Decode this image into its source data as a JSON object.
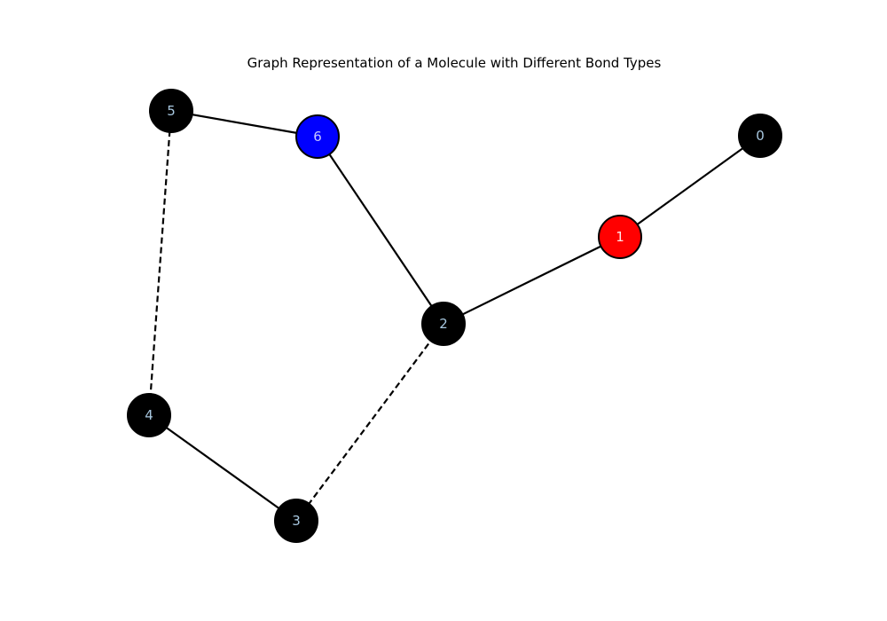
{
  "title": "Graph Representation of a Molecule with Different Bond Types",
  "colors": {
    "default_node": "#000000",
    "highlight_red": "#ff0000",
    "highlight_blue": "#0000ff",
    "node_outline": "#000000",
    "label_default": "#a8c8e0",
    "label_on_red": "#ffe8e8",
    "label_on_blue": "#c8c8ff",
    "edge": "#000000"
  },
  "nodes": [
    {
      "id": "0",
      "label": "0",
      "fill": "#000000",
      "label_color": "#a8c8e0"
    },
    {
      "id": "1",
      "label": "1",
      "fill": "#ff0000",
      "label_color": "#ffe8e8"
    },
    {
      "id": "2",
      "label": "2",
      "fill": "#000000",
      "label_color": "#a8c8e0"
    },
    {
      "id": "3",
      "label": "3",
      "fill": "#000000",
      "label_color": "#a8c8e0"
    },
    {
      "id": "4",
      "label": "4",
      "fill": "#000000",
      "label_color": "#a8c8e0"
    },
    {
      "id": "5",
      "label": "5",
      "fill": "#000000",
      "label_color": "#a8c8e0"
    },
    {
      "id": "6",
      "label": "6",
      "fill": "#0000ff",
      "label_color": "#c8c8ff"
    }
  ],
  "edges": [
    {
      "source": "0",
      "target": "1",
      "style": "solid"
    },
    {
      "source": "1",
      "target": "2",
      "style": "solid"
    },
    {
      "source": "2",
      "target": "6",
      "style": "solid"
    },
    {
      "source": "6",
      "target": "5",
      "style": "solid"
    },
    {
      "source": "5",
      "target": "4",
      "style": "dashed"
    },
    {
      "source": "4",
      "target": "3",
      "style": "solid"
    },
    {
      "source": "3",
      "target": "2",
      "style": "dashed"
    }
  ]
}
